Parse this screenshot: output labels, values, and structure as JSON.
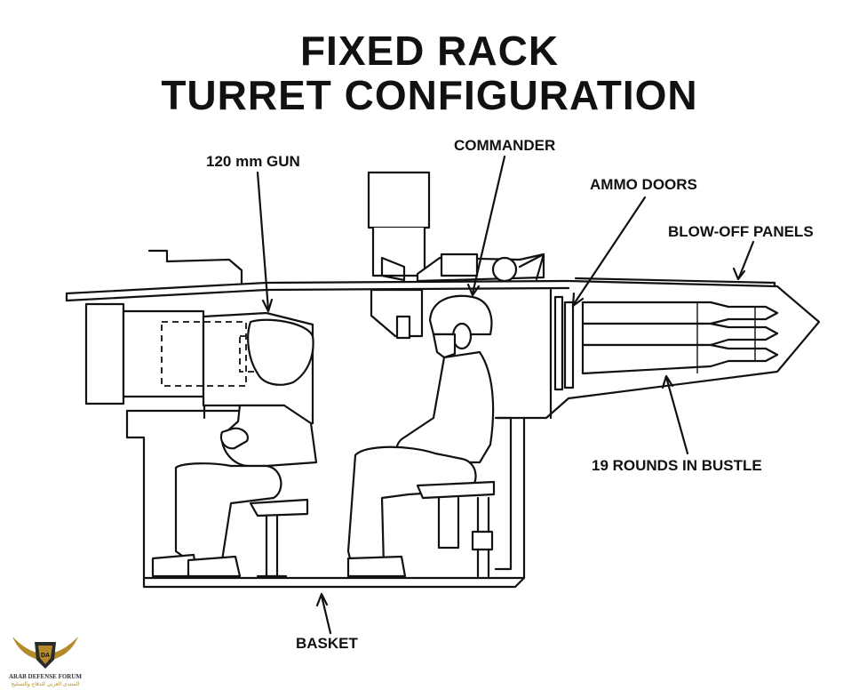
{
  "title": {
    "line1": "FIXED RACK",
    "line2": "TURRET CONFIGURATION"
  },
  "labels": {
    "gun": "120 mm GUN",
    "commander": "COMMANDER",
    "ammo_doors": "AMMO DOORS",
    "blow_off_panels": "BLOW-OFF PANELS",
    "rounds_in_bustle": "19 ROUNDS IN BUSTLE",
    "basket": "BASKET"
  },
  "watermark": {
    "en": "ARAB DEFENSE FORUM",
    "ar": "المنتدى العربي للدفاع والتسليح"
  },
  "colors": {
    "ink": "#111111",
    "background": "#ffffff",
    "logo_gold": "#b58a2a"
  }
}
